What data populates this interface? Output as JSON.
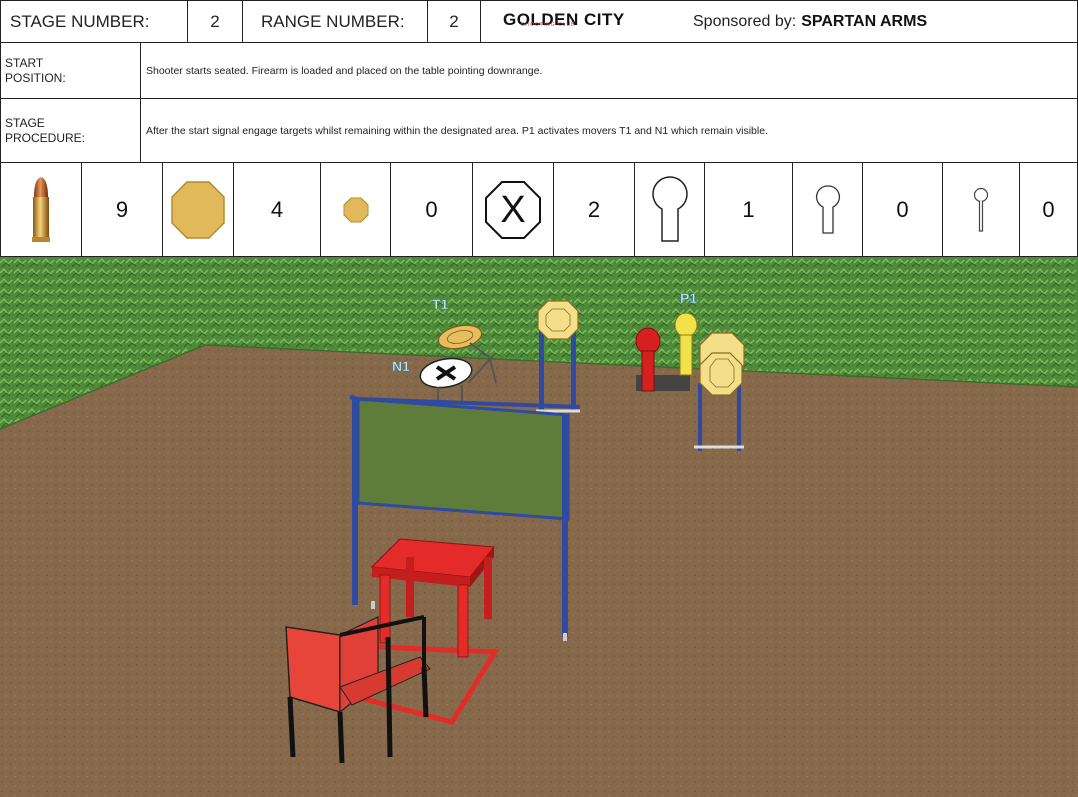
{
  "header": {
    "stage_label": "STAGE NUMBER:",
    "stage_value": "2",
    "range_label": "RANGE NUMBER:",
    "range_value": "2",
    "logo_text": "GOLDEN CITY",
    "logo_sub": "SHOOTING CLUB",
    "sponsor_prefix": "Sponsored by:",
    "sponsor_name": "SPARTAN ARMS"
  },
  "start_position": {
    "label_line1": "START",
    "label_line2": "POSITION:",
    "text": "Shooter starts seated. Firearm is loaded and placed on the table pointing downrange."
  },
  "stage_procedure": {
    "label_line1": "STAGE",
    "label_line2": "PROCEDURE:",
    "text": "After the start signal engage targets whilst remaining within the designated area. P1 activates movers T1 and N1 which remain visible."
  },
  "counts": [
    {
      "icon": "bullet-icon",
      "value": "9"
    },
    {
      "icon": "large-steel-plate-icon",
      "value": "4"
    },
    {
      "icon": "small-steel-plate-icon",
      "value": "0"
    },
    {
      "icon": "no-shoot-target-icon",
      "value": "2"
    },
    {
      "icon": "large-popper-icon",
      "value": "1"
    },
    {
      "icon": "medium-popper-icon",
      "value": "0"
    },
    {
      "icon": "small-popper-icon",
      "value": "0"
    }
  ],
  "scene_labels": {
    "t1": "T1",
    "n1": "N1",
    "p1": "P1"
  },
  "colors": {
    "steel_target": "#e7be5e",
    "ground": "#86694a",
    "hedge": "#4f8a3a",
    "barricade_frame": "#2f4aa0",
    "barricade_panel": "#5f7d3a",
    "table": "#e52a2a",
    "popper_red": "#d62020",
    "popper_yellow": "#f2e24a"
  }
}
